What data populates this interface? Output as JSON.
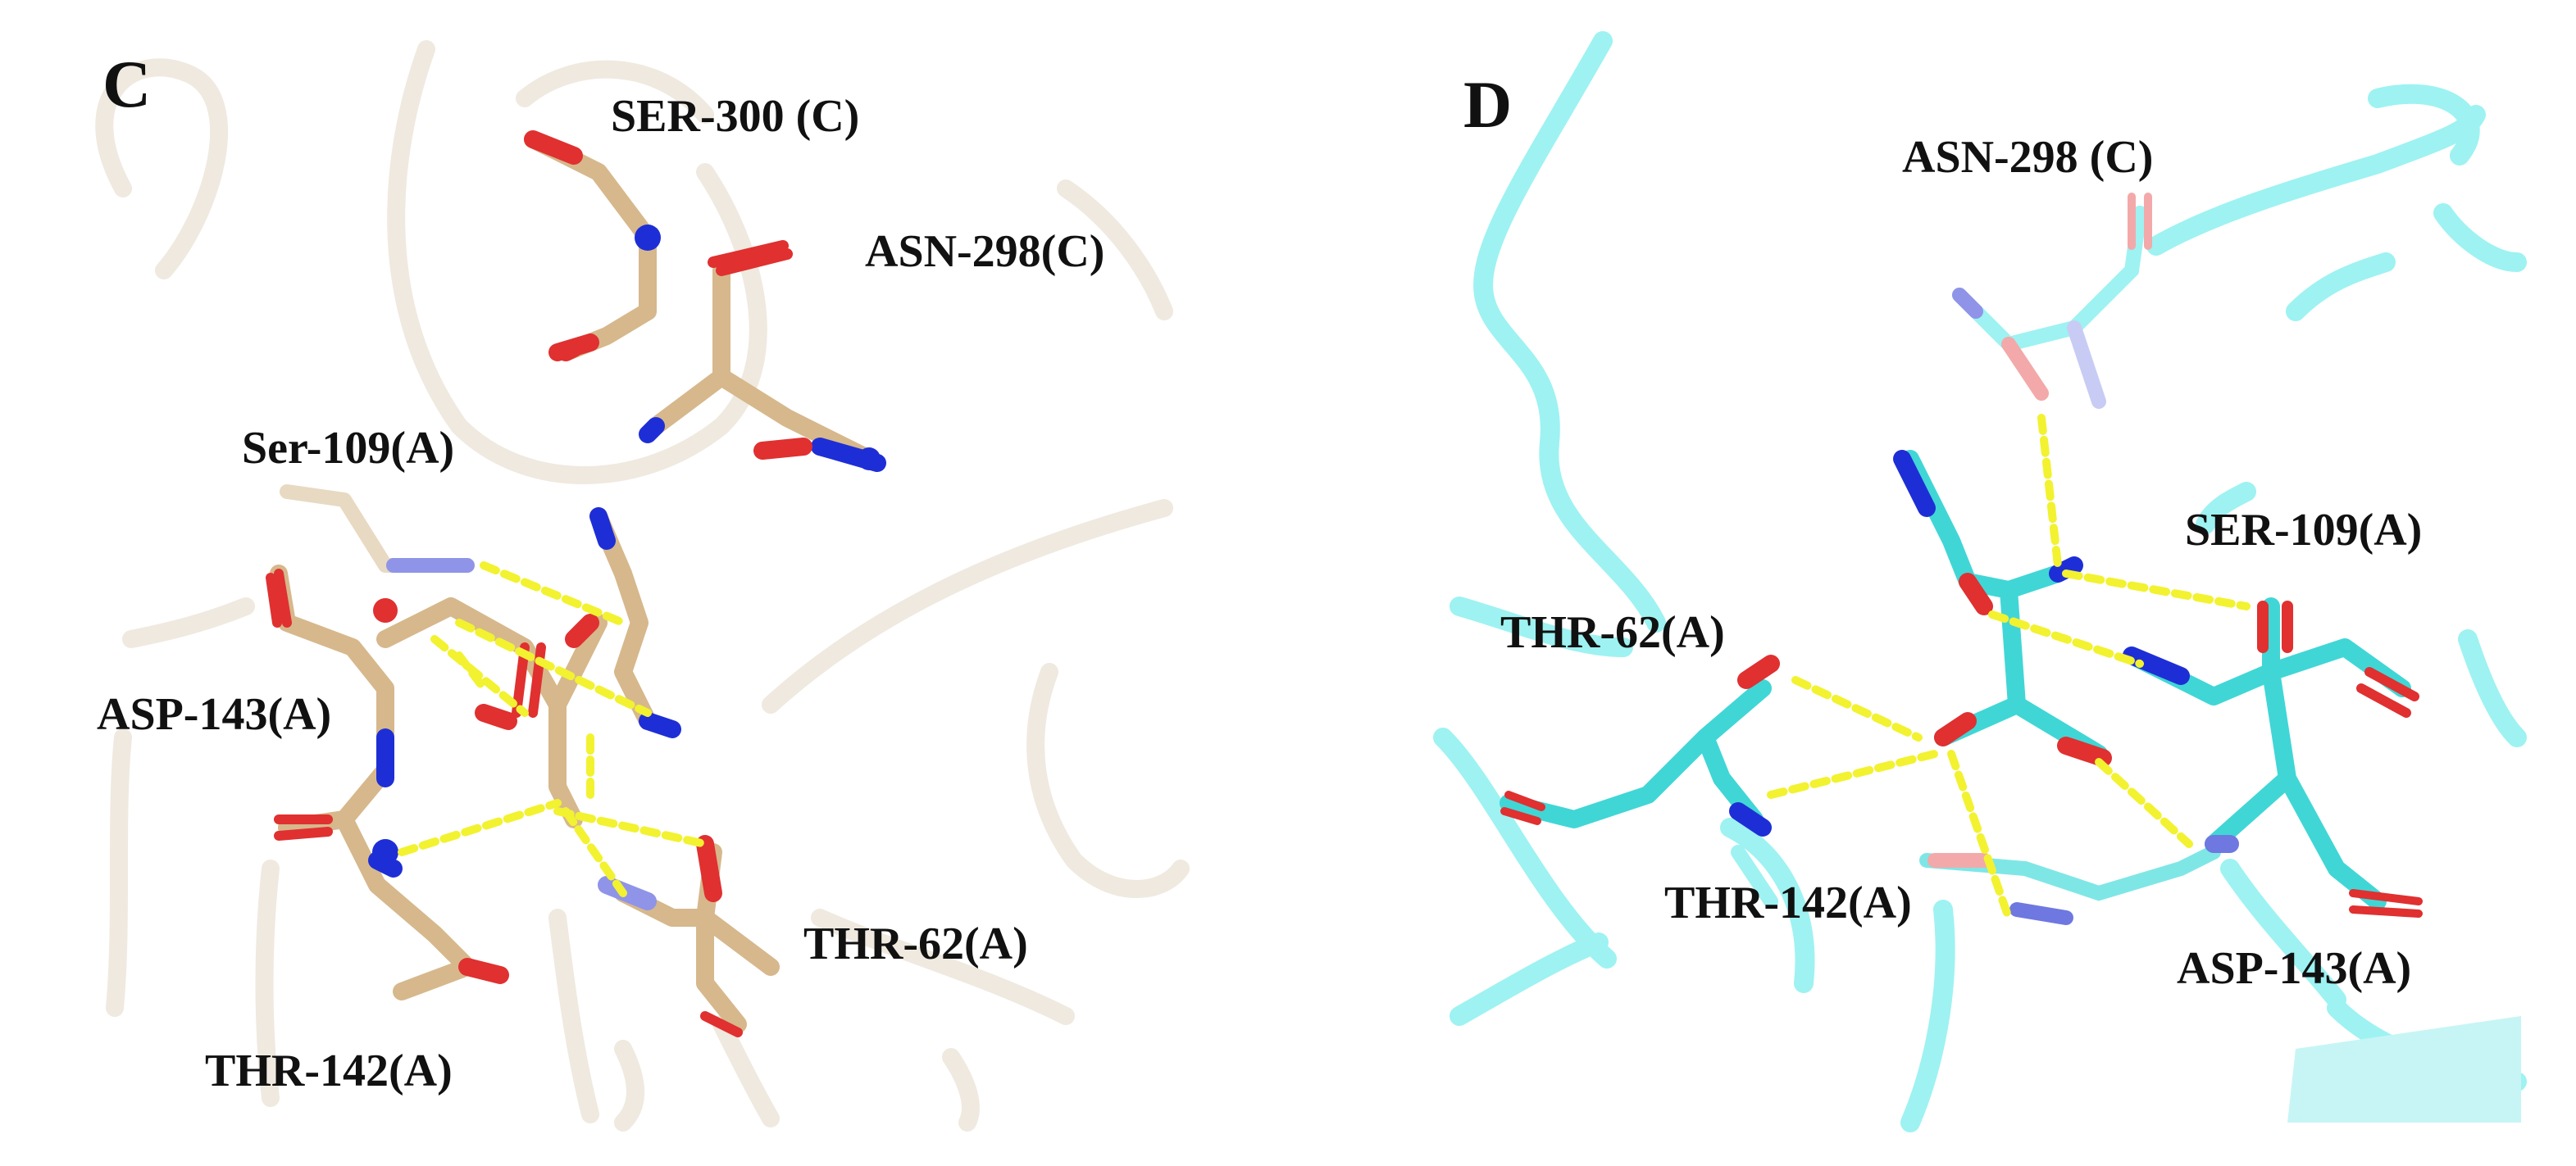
{
  "panels": [
    {
      "letter": "C",
      "carbon_color": "#d6b88c",
      "backbone_color": "#efe9df",
      "labels": {
        "ser300": "SER-300 (C)",
        "asn298": "ASN-298(C)",
        "ser109": "Ser-109(A)",
        "asp143": "ASP-143(A)",
        "thr62": "THR-62(A)",
        "thr142": "THR-142(A)"
      }
    },
    {
      "letter": "D",
      "carbon_color": "#40d6d6",
      "backbone_color": "#9ef2f2",
      "labels": {
        "asn298": "ASN-298 (C)",
        "ser109": "SER-109(A)",
        "thr62": "THR-62(A)",
        "thr142": "THR-142(A)",
        "asp143": "ASP-143(A)"
      }
    }
  ],
  "colors": {
    "oxygen": "#e03030",
    "nitrogen": "#1e2ed6",
    "hbond": "#f2f230"
  }
}
